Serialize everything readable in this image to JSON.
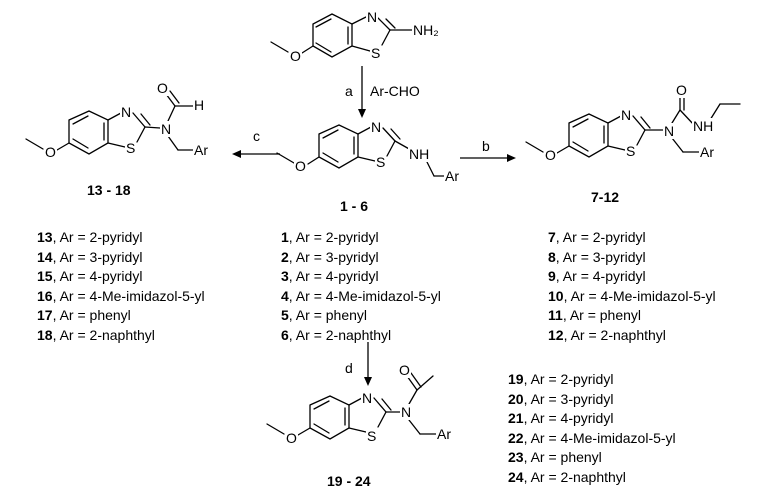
{
  "starting_material": {
    "amine_label": "NH₂",
    "atoms": {
      "N": "N",
      "S": "S",
      "O": "O"
    }
  },
  "steps": {
    "a": {
      "letter": "a",
      "reagent": "Ar-CHO"
    },
    "b": {
      "letter": "b"
    },
    "c": {
      "letter": "c"
    },
    "d": {
      "letter": "d"
    }
  },
  "compounds": {
    "center": {
      "label": "1 - 6",
      "nh_label": "NH",
      "ar_label": "Ar",
      "entries": [
        {
          "num": "1",
          "text": ", Ar = 2-pyridyl"
        },
        {
          "num": "2",
          "text": ", Ar = 3-pyridyl"
        },
        {
          "num": "3",
          "text": ", Ar = 4-pyridyl"
        },
        {
          "num": "4",
          "text": ", Ar = 4-Me-imidazol-5-yl"
        },
        {
          "num": "5",
          "text": ", Ar = phenyl"
        },
        {
          "num": "6",
          "text": ", Ar = 2-naphthyl"
        }
      ]
    },
    "left": {
      "label": "13 - 18",
      "h_label": "H",
      "ar_label": "Ar",
      "entries": [
        {
          "num": "13",
          "text": ", Ar = 2-pyridyl"
        },
        {
          "num": "14",
          "text": ", Ar = 3-pyridyl"
        },
        {
          "num": "15",
          "text": ", Ar = 4-pyridyl"
        },
        {
          "num": "16",
          "text": ", Ar = 4-Me-imidazol-5-yl"
        },
        {
          "num": "17",
          "text": ", Ar = phenyl"
        },
        {
          "num": "18",
          "text": ", Ar = 2-naphthyl"
        }
      ]
    },
    "right": {
      "label": "7-12",
      "nh_label": "NH",
      "ar_label": "Ar",
      "entries": [
        {
          "num": "7",
          "text": ", Ar = 2-pyridyl"
        },
        {
          "num": "8",
          "text": ", Ar = 3-pyridyl"
        },
        {
          "num": "9",
          "text": ", Ar = 4-pyridyl"
        },
        {
          "num": "10",
          "text": ", Ar = 4-Me-imidazol-5-yl"
        },
        {
          "num": "11",
          "text": ", Ar = phenyl"
        },
        {
          "num": "12",
          "text": ", Ar = 2-naphthyl"
        }
      ]
    },
    "bottom": {
      "label": "19 - 24",
      "ar_label": "Ar",
      "entries": [
        {
          "num": "19",
          "text": ", Ar = 2-pyridyl"
        },
        {
          "num": "20",
          "text": ", Ar = 3-pyridyl"
        },
        {
          "num": "21",
          "text": ", Ar = 4-pyridyl"
        },
        {
          "num": "22",
          "text": ", Ar = 4-Me-imidazol-5-yl"
        },
        {
          "num": "23",
          "text": ", Ar = phenyl"
        },
        {
          "num": "24",
          "text": ", Ar = 2-naphthyl"
        }
      ]
    }
  }
}
